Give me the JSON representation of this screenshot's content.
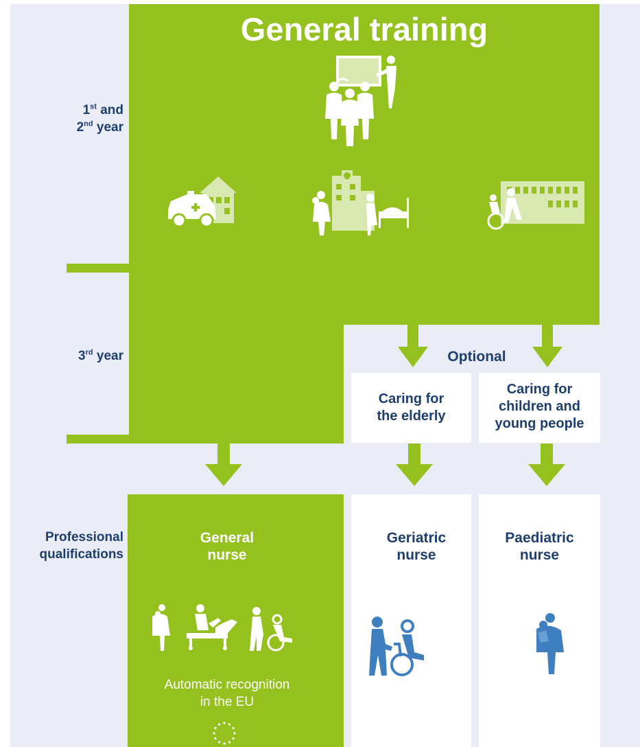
{
  "title": "General training",
  "year_labels": {
    "y12_a_num": "1",
    "y12_a_sup": "st",
    "y12_a_rest": " and",
    "y12_b_num": "2",
    "y12_b_sup": "nd",
    "y12_b_rest": " year",
    "y3_num": "3",
    "y3_sup": "rd",
    "y3_rest": " year",
    "qual_line1": "Professional",
    "qual_line2": "qualifications"
  },
  "optional_label": "Optional",
  "specialisations": {
    "elderly_line1": "Caring for",
    "elderly_line2": "the elderly",
    "children_line1": "Caring for",
    "children_line2": "children and",
    "children_line3": "young people"
  },
  "qualifications": {
    "general_line1": "General",
    "general_line2": "nurse",
    "geriatric_line1": "Geriatric",
    "geriatric_line2": "nurse",
    "paediatric_line1": "Paediatric",
    "paediatric_line2": "nurse",
    "recognition_line1": "Automatic recognition",
    "recognition_line2": "in the EU"
  },
  "icons": {
    "classroom": "classroom-teaching-icon",
    "ambulance_home": "ambulance-home-care-icon",
    "hospital": "hospital-care-icon",
    "care_home": "care-home-icon",
    "general_nurse": "general-nurse-icons",
    "geriatric": "wheelchair-care-icon",
    "paediatric": "mother-child-icon",
    "eu_stars": "eu-stars-icon"
  },
  "colors": {
    "green": "#95c11f",
    "navy": "#1d3e6e",
    "blue_icon": "#3f7fc0",
    "background": "#ebedf6",
    "light_green": "#d9e8b1"
  }
}
